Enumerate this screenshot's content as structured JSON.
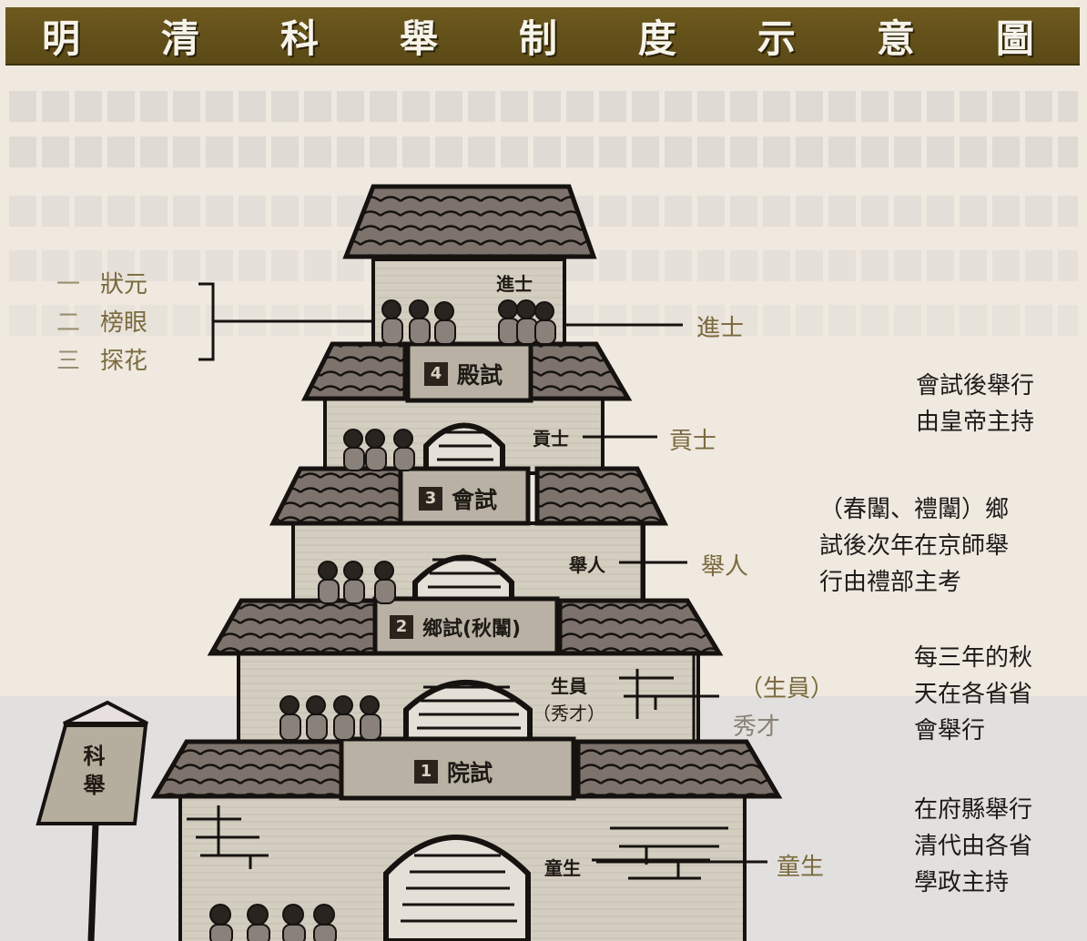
{
  "title": {
    "chars": [
      "明",
      "清",
      "科",
      "舉",
      "制",
      "度",
      "示",
      "意",
      "圖"
    ],
    "text": "明清科舉制度示意圖",
    "colors": {
      "bar": "#65521b",
      "text": "#f6f3ea"
    }
  },
  "flag": {
    "text": "科舉"
  },
  "rankings": {
    "items": [
      {
        "order": "一",
        "title": "狀元"
      },
      {
        "order": "二",
        "title": "榜眼"
      },
      {
        "order": "三",
        "title": "探花"
      }
    ]
  },
  "levels": [
    {
      "number": "4",
      "exam": "殿試",
      "inside_label": "進士",
      "outside_label": "進士",
      "description": [
        "會試後舉行",
        "由皇帝主持"
      ]
    },
    {
      "number": "3",
      "exam": "會試",
      "inside_label": "貢士",
      "outside_label": "貢士",
      "description": [
        "（春闈、禮闈）鄉",
        "試後次年在京師舉",
        "行由禮部主考"
      ]
    },
    {
      "number": "2",
      "exam": "鄉試(秋闈)",
      "inside_label": "舉人",
      "outside_label": "舉人",
      "description": [
        "每三年的秋",
        "天在各省省",
        "會舉行"
      ]
    },
    {
      "number": "1",
      "exam": "院試",
      "inside_label": "生員",
      "inside_sublabel": "（秀才）",
      "outside_label": "（生員）",
      "outside_sublabel": "秀才",
      "description": [
        "在府縣舉行",
        "清代由各省",
        "學政主持"
      ]
    }
  ],
  "base": {
    "inside_label": "童生",
    "outside_label": "童生"
  },
  "colors": {
    "roof": "#7b7069",
    "wall": "#d6d0c3",
    "outline": "#151210",
    "label_gold": "#7a6a3e"
  }
}
